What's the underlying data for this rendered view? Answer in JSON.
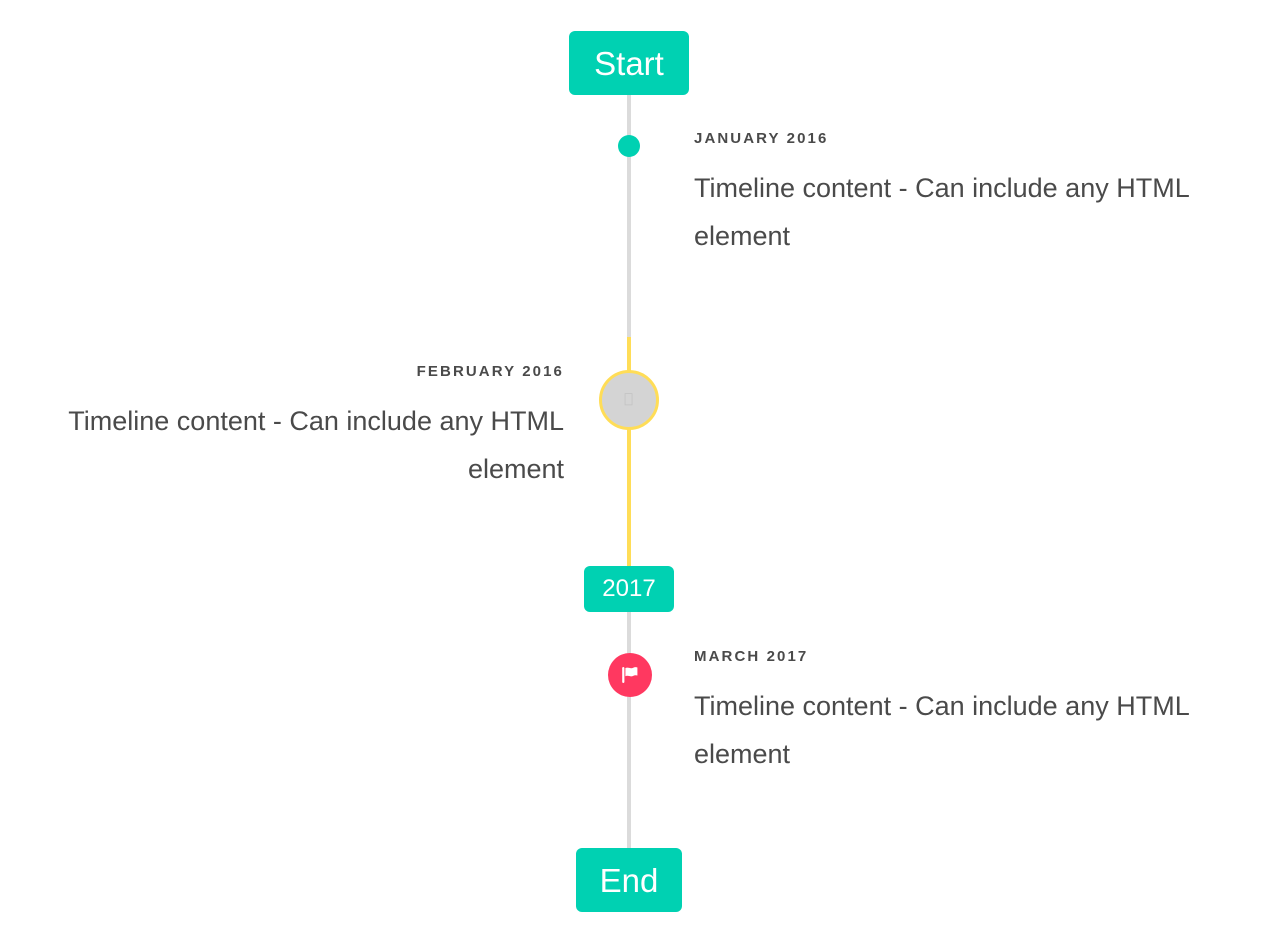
{
  "timeline": {
    "start_badge": {
      "label": "Start"
    },
    "mid_badge": {
      "label": "2017"
    },
    "end_badge": {
      "label": "End"
    },
    "colors": {
      "accent_teal": "#00D1B2",
      "accent_yellow": "#FFDD57",
      "accent_pink": "#FF3860",
      "line_grey": "#DBDBDB",
      "marker_grey": "#D4D4D4",
      "text": "#4A4A4A",
      "background": "#FFFFFF"
    },
    "entries": [
      {
        "date": "January 2016",
        "body": "Timeline content - Can include any HTML element",
        "side": "right",
        "marker": "dot-teal"
      },
      {
        "date": "February 2016",
        "body": "Timeline content - Can include any HTML element",
        "side": "left",
        "marker": "circle-grey-yellow-border",
        "marker_glyph": "⎕"
      },
      {
        "date": "March 2017",
        "body": "Timeline content - Can include any HTML element",
        "side": "right",
        "marker": "flag-icon-pink"
      }
    ]
  }
}
